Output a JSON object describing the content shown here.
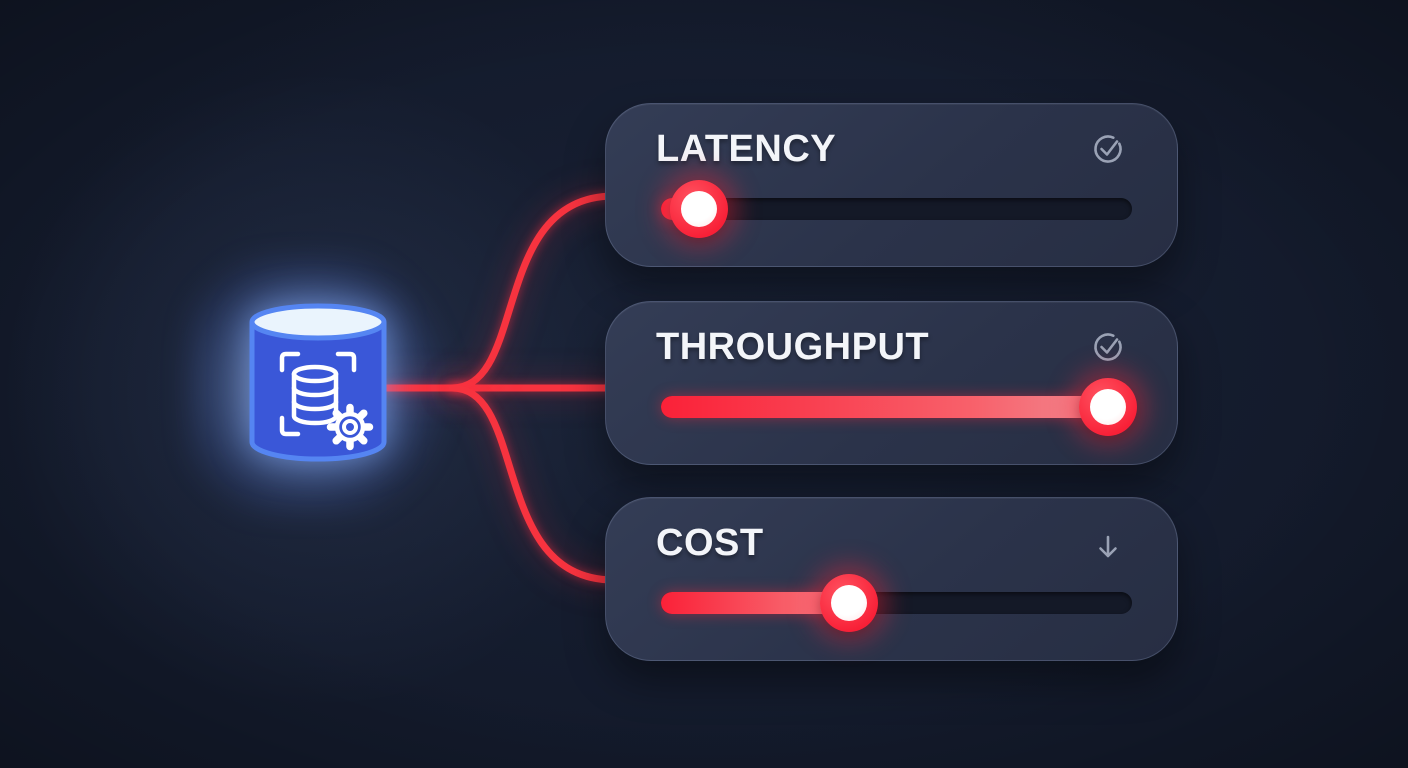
{
  "source": {
    "name": "database",
    "icon": "database-gear-icon"
  },
  "panels": [
    {
      "label": "LATENCY",
      "value_pct": 8,
      "icon": "check-circle-icon"
    },
    {
      "label": "THROUGHPUT",
      "value_pct": 95,
      "icon": "check-circle-icon"
    },
    {
      "label": "COST",
      "value_pct": 40,
      "icon": "arrow-down-icon"
    }
  ],
  "colors": {
    "background": "#131a2b",
    "panel": "#2c3449",
    "accent_red": "#f82d3e",
    "icon_gray": "#9aa2b5",
    "db_blue": "#3a57d8",
    "title_white": "#f3f5f9"
  }
}
